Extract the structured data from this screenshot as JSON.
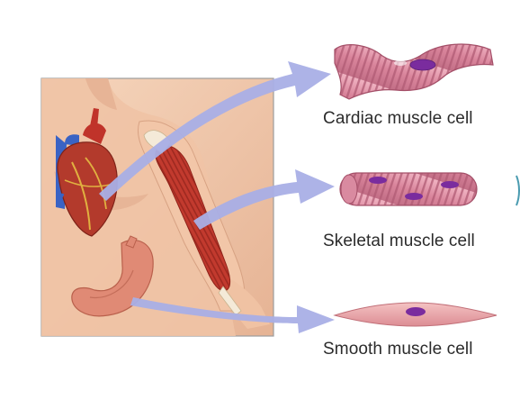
{
  "labels": {
    "cardiac": "Cardiac muscle cell",
    "skeletal": "Skeletal muscle cell",
    "smooth": "Smooth muscle cell"
  },
  "colors": {
    "skin": "#f2c9ac",
    "skin_shadow": "#dca688",
    "heart": "#b33a2c",
    "vessel_blue": "#3a63c4",
    "vessel_red": "#c0332a",
    "muscle_red": "#c23a2e",
    "stomach": "#e08a75",
    "arrow": "#a9afe6",
    "cell_pink": "#d98aa0",
    "cell_stripe": "#b45a75",
    "nucleus": "#7a2c9e",
    "smooth_cell": "#eaa4a8",
    "text": "#2b2b2b"
  },
  "icons": {
    "heart": "heart-icon",
    "arm_muscle": "arm-muscle-icon",
    "stomach": "stomach-icon"
  }
}
